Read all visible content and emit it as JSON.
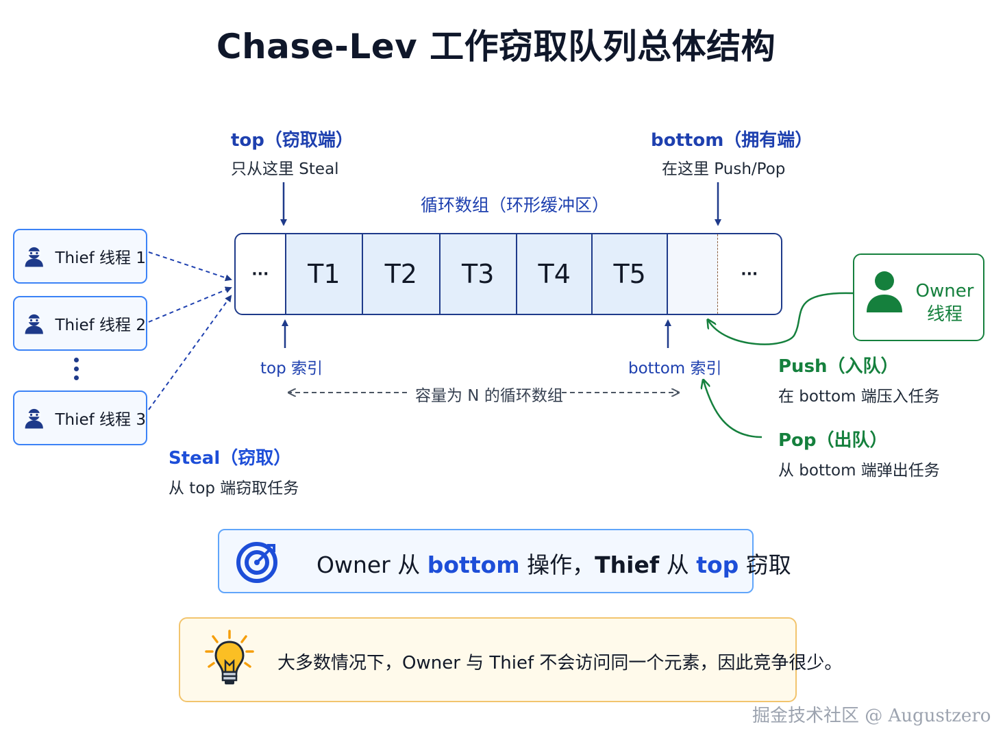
{
  "title": "Chase-Lev 工作窃取队列总体结构",
  "top_label": {
    "head": "top（窃取端）",
    "sub": "只从这里 Steal"
  },
  "bottom_label": {
    "head": "bottom（拥有端）",
    "sub": "在这里 Push/Pop"
  },
  "array_label": "循环数组（环形缓冲区）",
  "array_cells": [
    "···",
    "T1",
    "T2",
    "T3",
    "T4",
    "T5",
    "",
    "···"
  ],
  "top_index": "top 索引",
  "bottom_index": "bottom 索引",
  "capacity_label": "容量为 N 的循环数组",
  "thieves": [
    "Thief 线程 1",
    "Thief 线程 2",
    "Thief 线程 3"
  ],
  "owner": {
    "line1": "Owner",
    "line2": "线程"
  },
  "push": {
    "head": "Push（入队）",
    "sub": "在 bottom 端压入任务"
  },
  "pop": {
    "head": "Pop（出队）",
    "sub": "从 bottom 端弹出任务"
  },
  "steal": {
    "head": "Steal（窃取）",
    "sub": "从 top 端窃取任务"
  },
  "callout": {
    "owner": "Owner",
    "from1": "从",
    "bottom": "bottom",
    "op": "操作，",
    "thief": "Thief",
    "from2": "从",
    "top": "top",
    "steal": "窃取"
  },
  "tip": "大多数情况下，Owner 与 Thief 不会访问同一个元素，因此竞争很少。",
  "watermark": "掘金技术社区 @ Augustzero",
  "colors": {
    "blue": "#1e40af",
    "green": "#15803d",
    "task_fill": "#e3eefb",
    "tip_border": "#f2c46d"
  },
  "icons": [
    "thief-icon",
    "owner-icon",
    "target-icon",
    "lightbulb-icon"
  ]
}
